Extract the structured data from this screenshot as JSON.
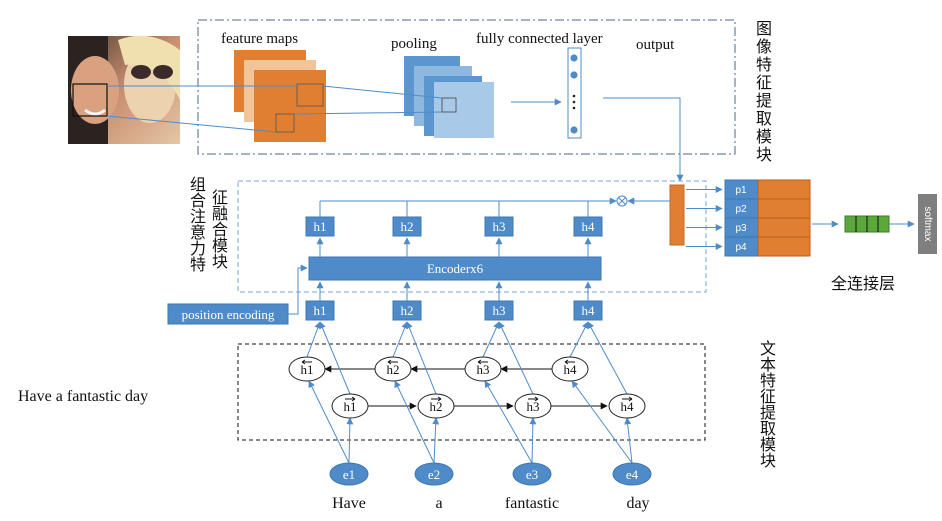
{
  "cnn": {
    "feature_maps": "feature maps",
    "pooling": "pooling",
    "fc_layer": "fully connected layer",
    "output": "output",
    "module_label": "图像特征提取模块"
  },
  "fusion": {
    "module_label_a": "组合注意力特",
    "module_label_b": "征融合模块",
    "encoder": "Encoderx6",
    "position_encoding": "position encoding",
    "top_h": [
      "h1",
      "h2",
      "h3",
      "h4"
    ],
    "bottom_h": [
      "h1",
      "h2",
      "h3",
      "h4"
    ],
    "p": [
      "p1",
      "p2",
      "p3",
      "p4"
    ],
    "fc_label": "全连接层",
    "softmax": "softmax"
  },
  "text_module": {
    "module_label": "文本特征提取模块",
    "sentence": "Have a fantastic day",
    "backward": [
      "h1",
      "h2",
      "h3",
      "h4"
    ],
    "forward": [
      "h1",
      "h2",
      "h3",
      "h4"
    ],
    "embeddings": [
      "e1",
      "e2",
      "e3",
      "e4"
    ],
    "words": [
      "Have",
      "a",
      "fantastic",
      "day"
    ]
  },
  "colors": {
    "blue_box": "#4f8bc9",
    "orange": "#e07f32",
    "green": "#5aa83a",
    "gray": "#7f7f7f"
  }
}
